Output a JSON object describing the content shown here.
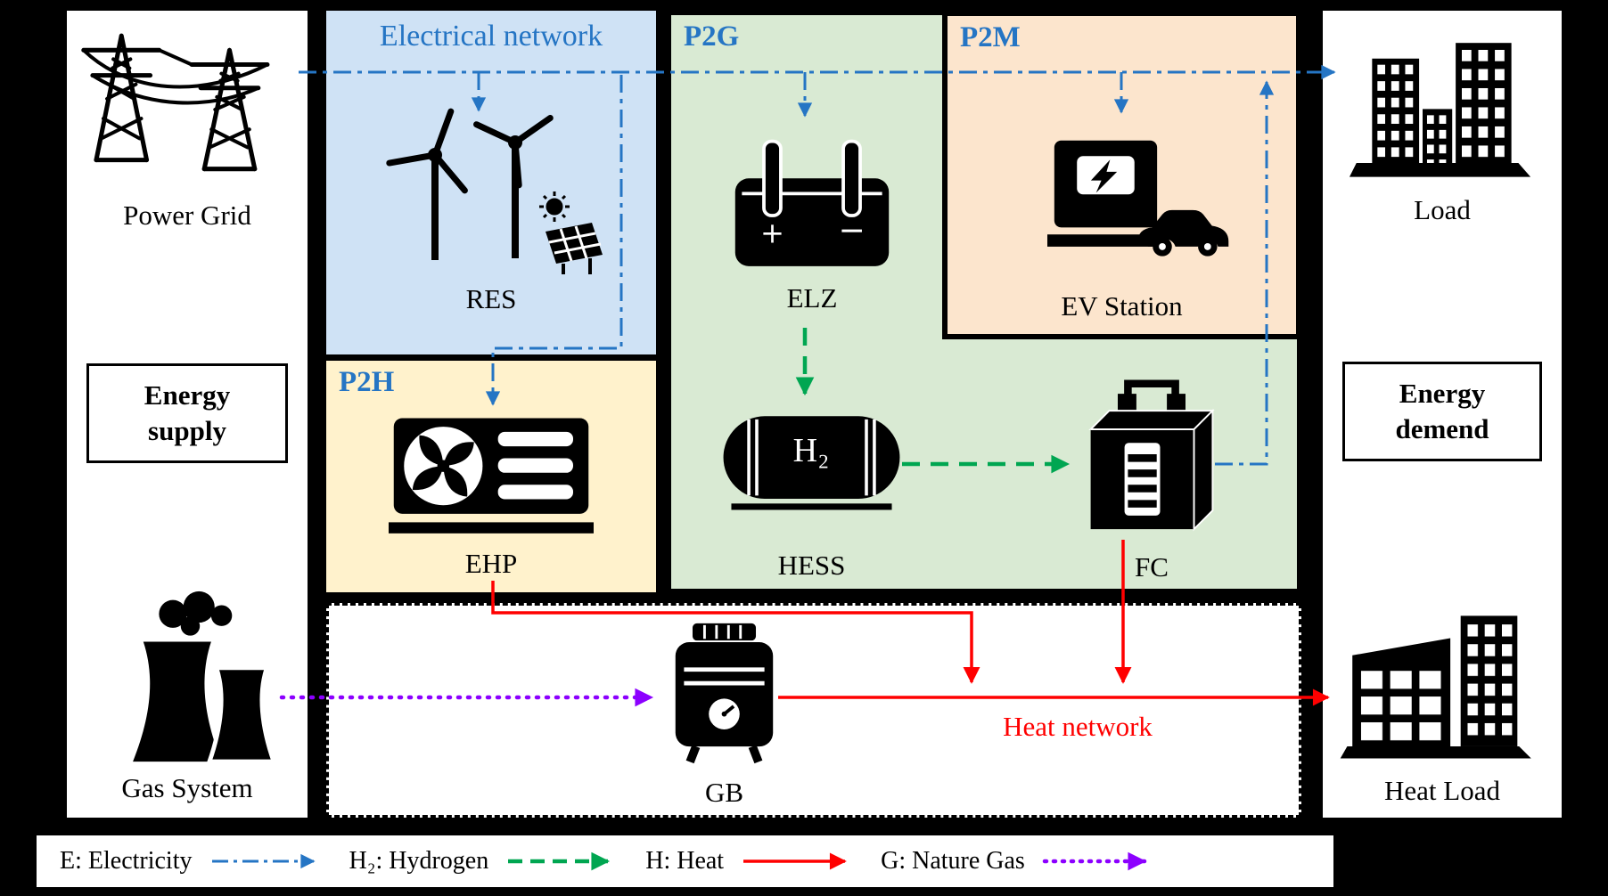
{
  "colors": {
    "electricity": "#2575c4",
    "hydrogen": "#00a651",
    "heat": "#ff0000",
    "gas": "#8c00ff",
    "panel_electrical": "#cfe2f5",
    "panel_p2g": "#d9ead3",
    "panel_p2m": "#fce5cd",
    "panel_p2h": "#fff2cc",
    "panel_white": "#ffffff",
    "background": "#000000"
  },
  "icons": {
    "power_grid": "transmission-towers",
    "res": "wind-turbines-and-solar-panel",
    "elz": "electrolyzer-tank",
    "ev_station": "ev-charger-with-car",
    "hess": "hydrogen-storage-tank",
    "fc": "fuel-cell-stack",
    "ehp": "heat-pump-unit",
    "gb": "gas-boiler",
    "gas_system": "cooling-towers-with-smoke",
    "load": "city-buildings",
    "heat_load": "industrial-buildings"
  },
  "panels": {
    "electrical_network": {
      "title": "Electrical network"
    },
    "p2g": {
      "title": "P2G"
    },
    "p2m": {
      "title": "P2M"
    },
    "p2h": {
      "title": "P2H"
    },
    "heat": {
      "title": "Heat network"
    }
  },
  "nodes": {
    "power_grid": "Power Grid",
    "gas_system": "Gas System",
    "res": "RES",
    "elz": "ELZ",
    "elz_plus": "+",
    "elz_minus": "−",
    "ev_station": "EV Station",
    "hess": "HESS",
    "hess_tank": "H₂",
    "fc": "FC",
    "ehp": "EHP",
    "gb": "GB",
    "load": "Load",
    "heat_load": "Heat Load"
  },
  "side_labels": {
    "energy_supply": "Energy\nsupply",
    "energy_demand": "Energy\ndemend"
  },
  "legend": [
    {
      "label": "E: Electricity",
      "flow": "electricity",
      "style": "dash-dot"
    },
    {
      "label": "H₂: Hydrogen",
      "flow": "hydrogen",
      "style": "dashed"
    },
    {
      "label": "H: Heat",
      "flow": "heat",
      "style": "solid"
    },
    {
      "label": "G: Nature Gas",
      "flow": "gas",
      "style": "dotted"
    }
  ]
}
